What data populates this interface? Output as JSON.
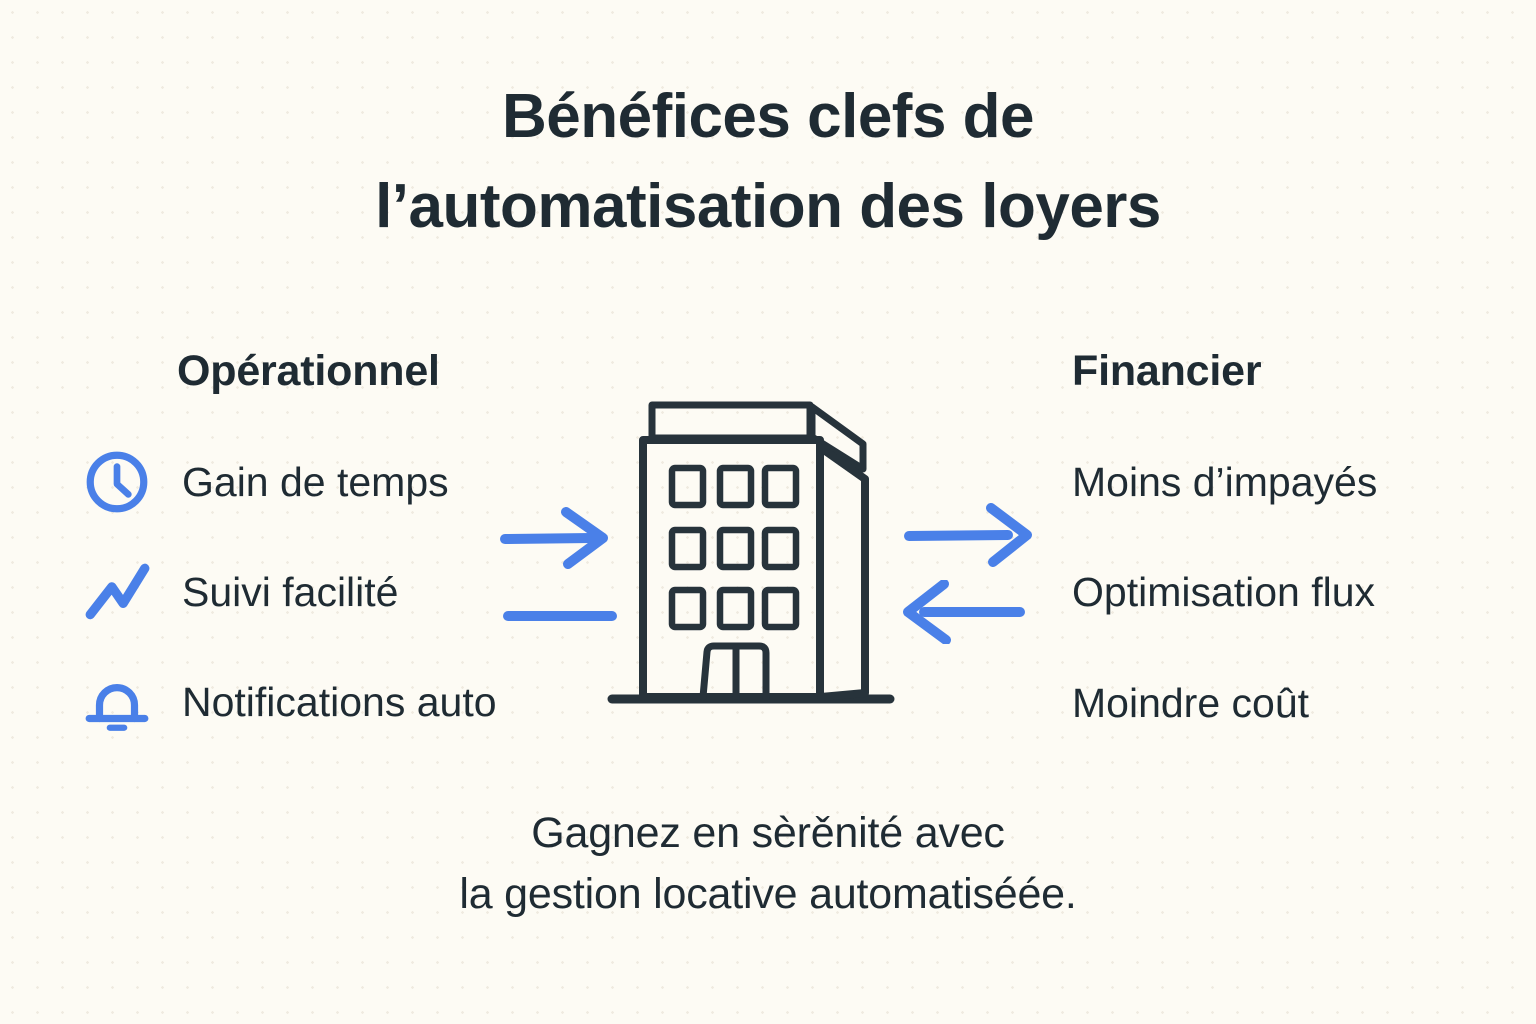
{
  "title": {
    "line1": "Bénéfices clefs de",
    "line2": "l’automatisation des loyers"
  },
  "columns": {
    "left": {
      "header": "Opérationnel",
      "items": [
        {
          "icon": "clock-icon",
          "label": "Gain de temps"
        },
        {
          "icon": "line-chart-icon",
          "label": "Suivi facilité"
        },
        {
          "icon": "bell-icon",
          "label": "Notifications auto"
        }
      ]
    },
    "right": {
      "header": "Financier",
      "items": [
        {
          "label": "Moins d’impayés"
        },
        {
          "label": "Optimisation flux"
        },
        {
          "label": "Moindre coût"
        }
      ]
    }
  },
  "center_illustration": "apartment-building",
  "arrows": [
    "arrow-right-to-building",
    "line-left-return",
    "arrow-right-to-financier",
    "arrow-left-from-financier"
  ],
  "footer": {
    "line1": "Gagnez en sèrěnité avec",
    "line2": "la gestion locative automatiséée."
  },
  "colors": {
    "background": "#FDFBF4",
    "text": "#1F2B33",
    "accent_blue": "#4A80E8",
    "illustration_stroke": "#27333B"
  }
}
